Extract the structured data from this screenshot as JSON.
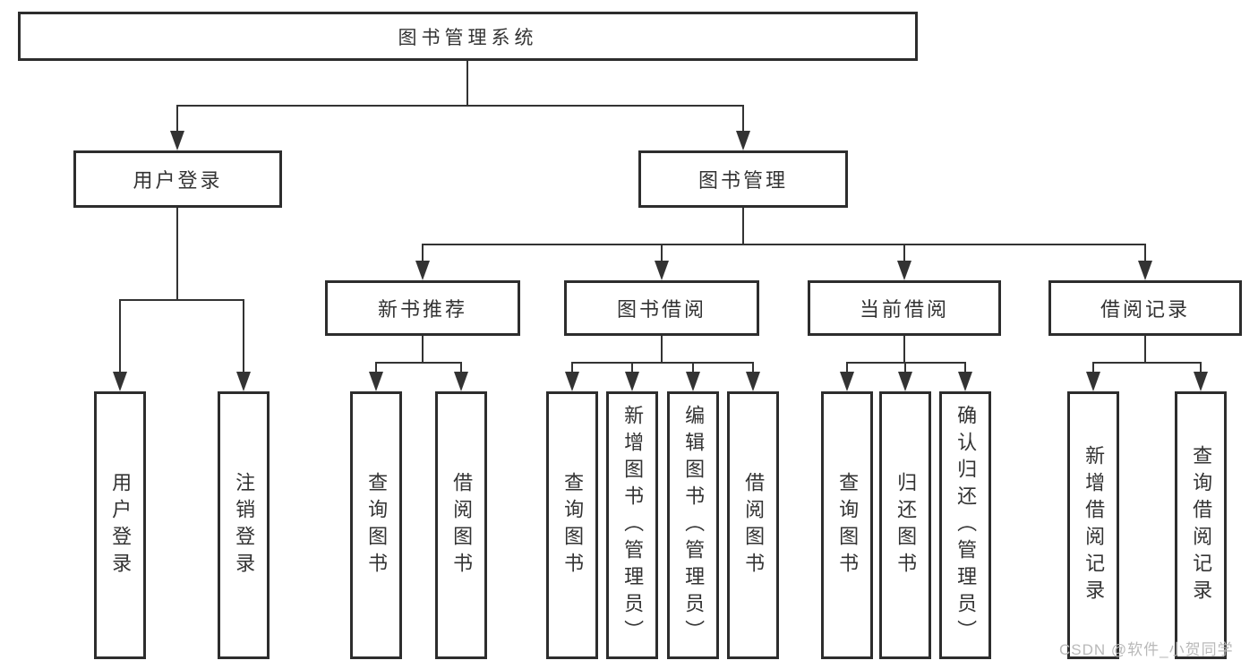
{
  "tree": {
    "root": {
      "label": "图书管理系统"
    },
    "branches": [
      {
        "label": "用户登录",
        "children": [
          {
            "label": "用户登录"
          },
          {
            "label": "注销登录"
          }
        ]
      },
      {
        "label": "图书管理",
        "children": [
          {
            "label": "新书推荐",
            "children": [
              {
                "label": "查询图书"
              },
              {
                "label": "借阅图书"
              }
            ]
          },
          {
            "label": "图书借阅",
            "children": [
              {
                "label": "查询图书"
              },
              {
                "label": "新增图书（管理员）"
              },
              {
                "label": "编辑图书（管理员）"
              },
              {
                "label": "借阅图书"
              }
            ]
          },
          {
            "label": "当前借阅",
            "children": [
              {
                "label": "查询图书"
              },
              {
                "label": "归还图书"
              },
              {
                "label": "确认归还（管理员）"
              }
            ]
          },
          {
            "label": "借阅记录",
            "children": [
              {
                "label": "新增借阅记录"
              },
              {
                "label": "查询借阅记录"
              }
            ]
          }
        ]
      }
    ]
  },
  "watermark": {
    "text": "CSDN @软件_小贺同学"
  },
  "colors": {
    "line": "#333333",
    "box_border": "#2d2d2d",
    "text": "#333333",
    "watermark": "#b9b9b9",
    "background": "#ffffff"
  }
}
